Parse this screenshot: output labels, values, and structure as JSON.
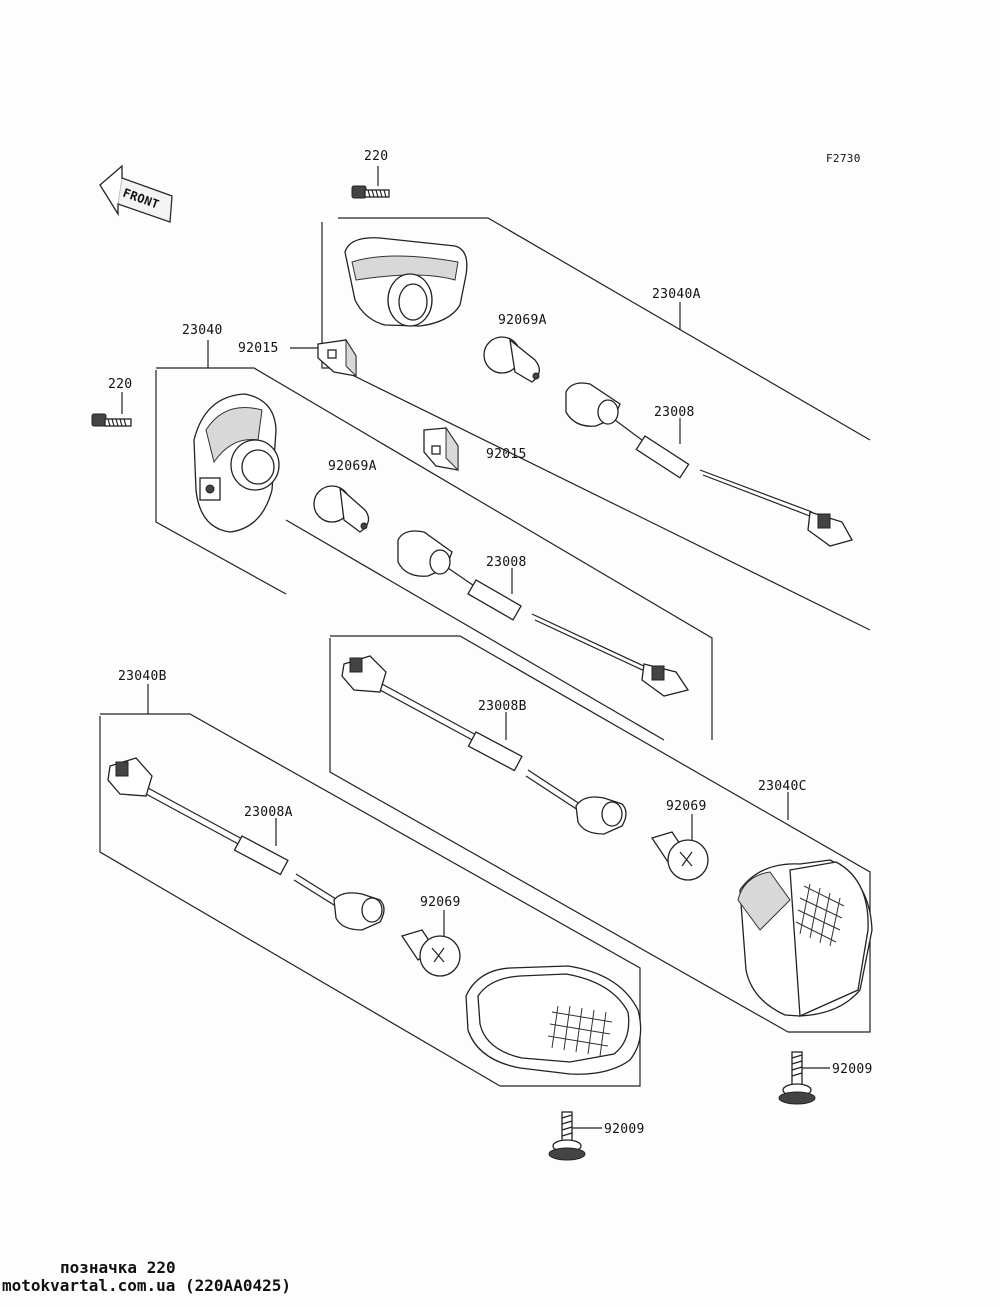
{
  "figure_code": "F2730",
  "front_arrow": "FRONT",
  "labels": {
    "l220_top": "220",
    "l220_left": "220",
    "l23040A": "23040A",
    "l23040": "23040",
    "l92015_a": "92015",
    "l92015_b": "92015",
    "l92069A_top": "92069A",
    "l92069A_mid": "92069A",
    "l23008_top": "23008",
    "l23008_mid": "23008",
    "l23040B": "23040B",
    "l23008B": "23008B",
    "l23008A": "23008A",
    "l23040C": "23040C",
    "l92069_right": "92069",
    "l92069_left": "92069",
    "l92009_right": "92009",
    "l92009_bottom": "92009"
  },
  "footer": {
    "line1": "позначка 220",
    "line2": "motokvartal.com.ua (220AA0425)"
  }
}
